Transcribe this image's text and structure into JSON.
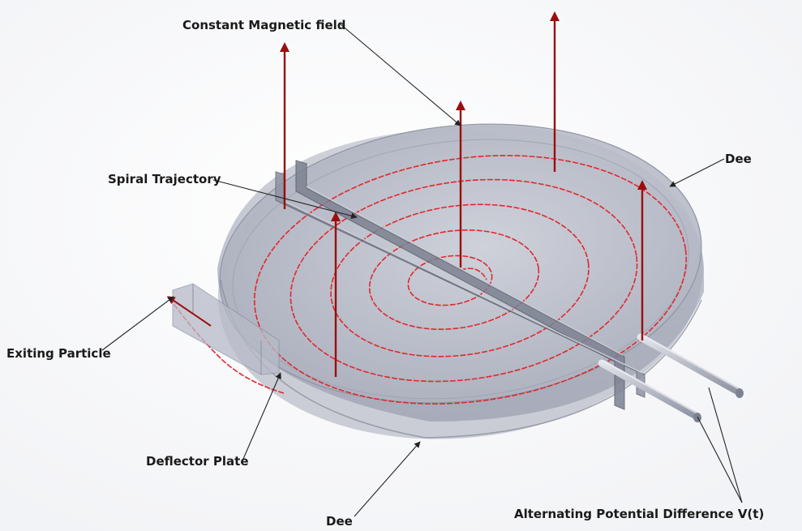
{
  "labels": {
    "magnetic_field": "Constant Magnetic field",
    "spiral": "Spiral Trajectory",
    "dee_top": "Dee",
    "exiting": "Exiting Particle",
    "deflector": "Deflector Plate",
    "dee_bottom": "Dee",
    "alternating": "Alternating Potential Difference V(t)"
  },
  "colors": {
    "field_arrow": "#9a0e0e",
    "trajectory": "#e0282e",
    "dee_fill": "#b8bcc9",
    "leader": "#222222"
  }
}
